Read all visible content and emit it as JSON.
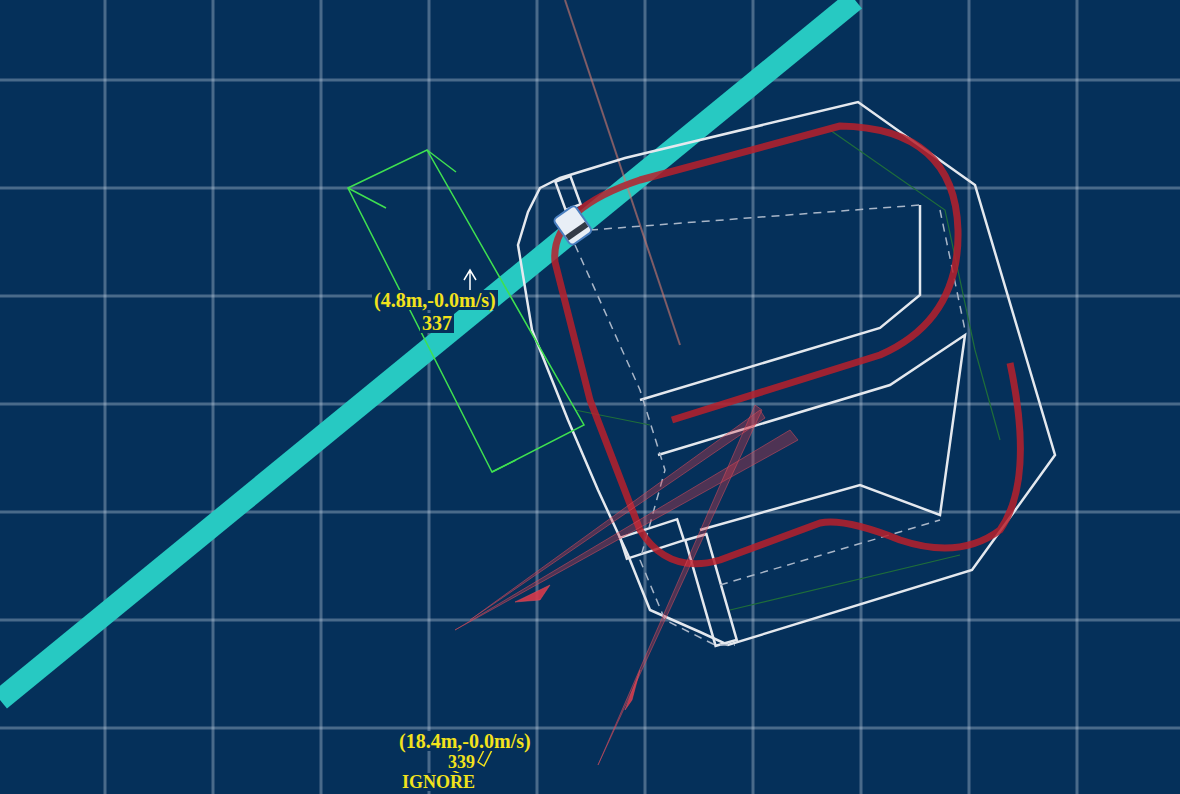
{
  "diagram": {
    "labels": [
      "(4.8m,-0.0m/s)",
      "337",
      "(18.4m,-0.0m/s)",
      "339",
      "IGNORE"
    ]
  }
}
